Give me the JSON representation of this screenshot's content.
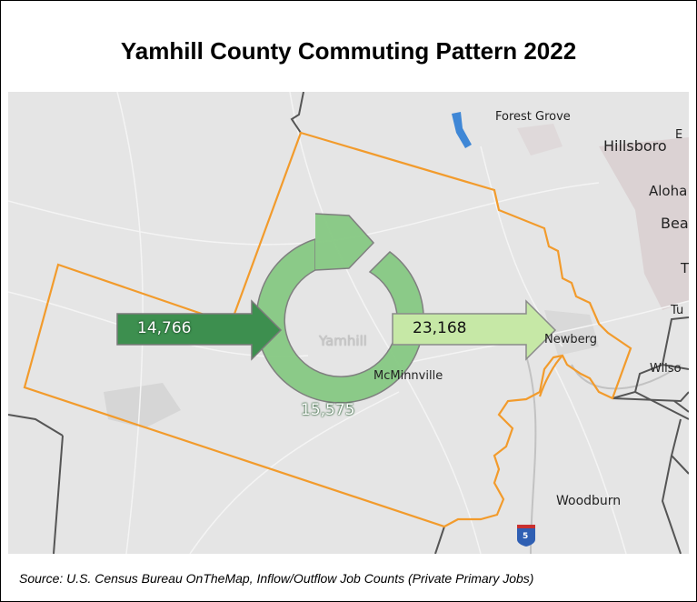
{
  "title": "Yamhill County Commuting Pattern 2022",
  "source": "Source: U.S. Census Bureau OnTheMap, Inflow/Outflow Job Counts (Private Primary Jobs)",
  "map": {
    "county_name": "Yamhill",
    "flows": {
      "inflow": "14,766",
      "outflow": "23,168",
      "interior": "15,575"
    },
    "places": {
      "forest_grove": "Forest Grove",
      "hillsboro": "Hillsboro",
      "aloha": "Aloha",
      "beaverton_partial": "Bea",
      "tigard_partial": "T",
      "tualatin_partial": "Tu",
      "newberg": "Newberg",
      "wilsonville_partial": "Wilso",
      "mcminnville": "McMinnville",
      "woodburn": "Woodburn",
      "hillsboro_e_partial": "E",
      "interstate": "5"
    },
    "colors": {
      "county_outline": "#f29b2c",
      "county_line": "#555555",
      "inflow": "#3d8f4f",
      "outflow": "#c6e8a6",
      "interior": "#86c983",
      "lake": "#3f87d6"
    }
  }
}
